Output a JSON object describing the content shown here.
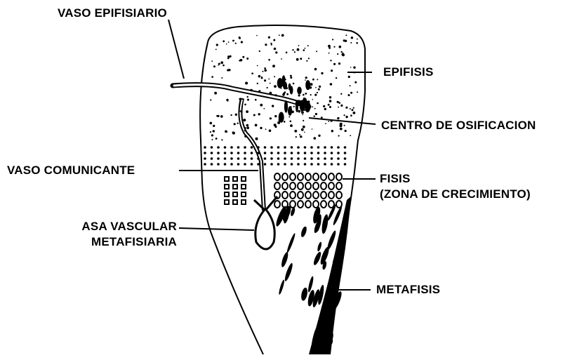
{
  "labels": {
    "vaso_epifisiario": "VASO EPIFISIARIO",
    "epifisis": "EPIFISIS",
    "centro_osificacion": "CENTRO DE OSIFICACION",
    "vaso_comunicante": "VASO COMUNICANTE",
    "fisis_line1": "FISIS",
    "fisis_line2": "(ZONA DE CRECIMIENTO)",
    "asa_line1": "ASA VASCULAR",
    "asa_line2": "METAFISIARIA",
    "metafisis": "METAFISIS"
  },
  "colors": {
    "ink": "#000000",
    "background": "#ffffff"
  }
}
